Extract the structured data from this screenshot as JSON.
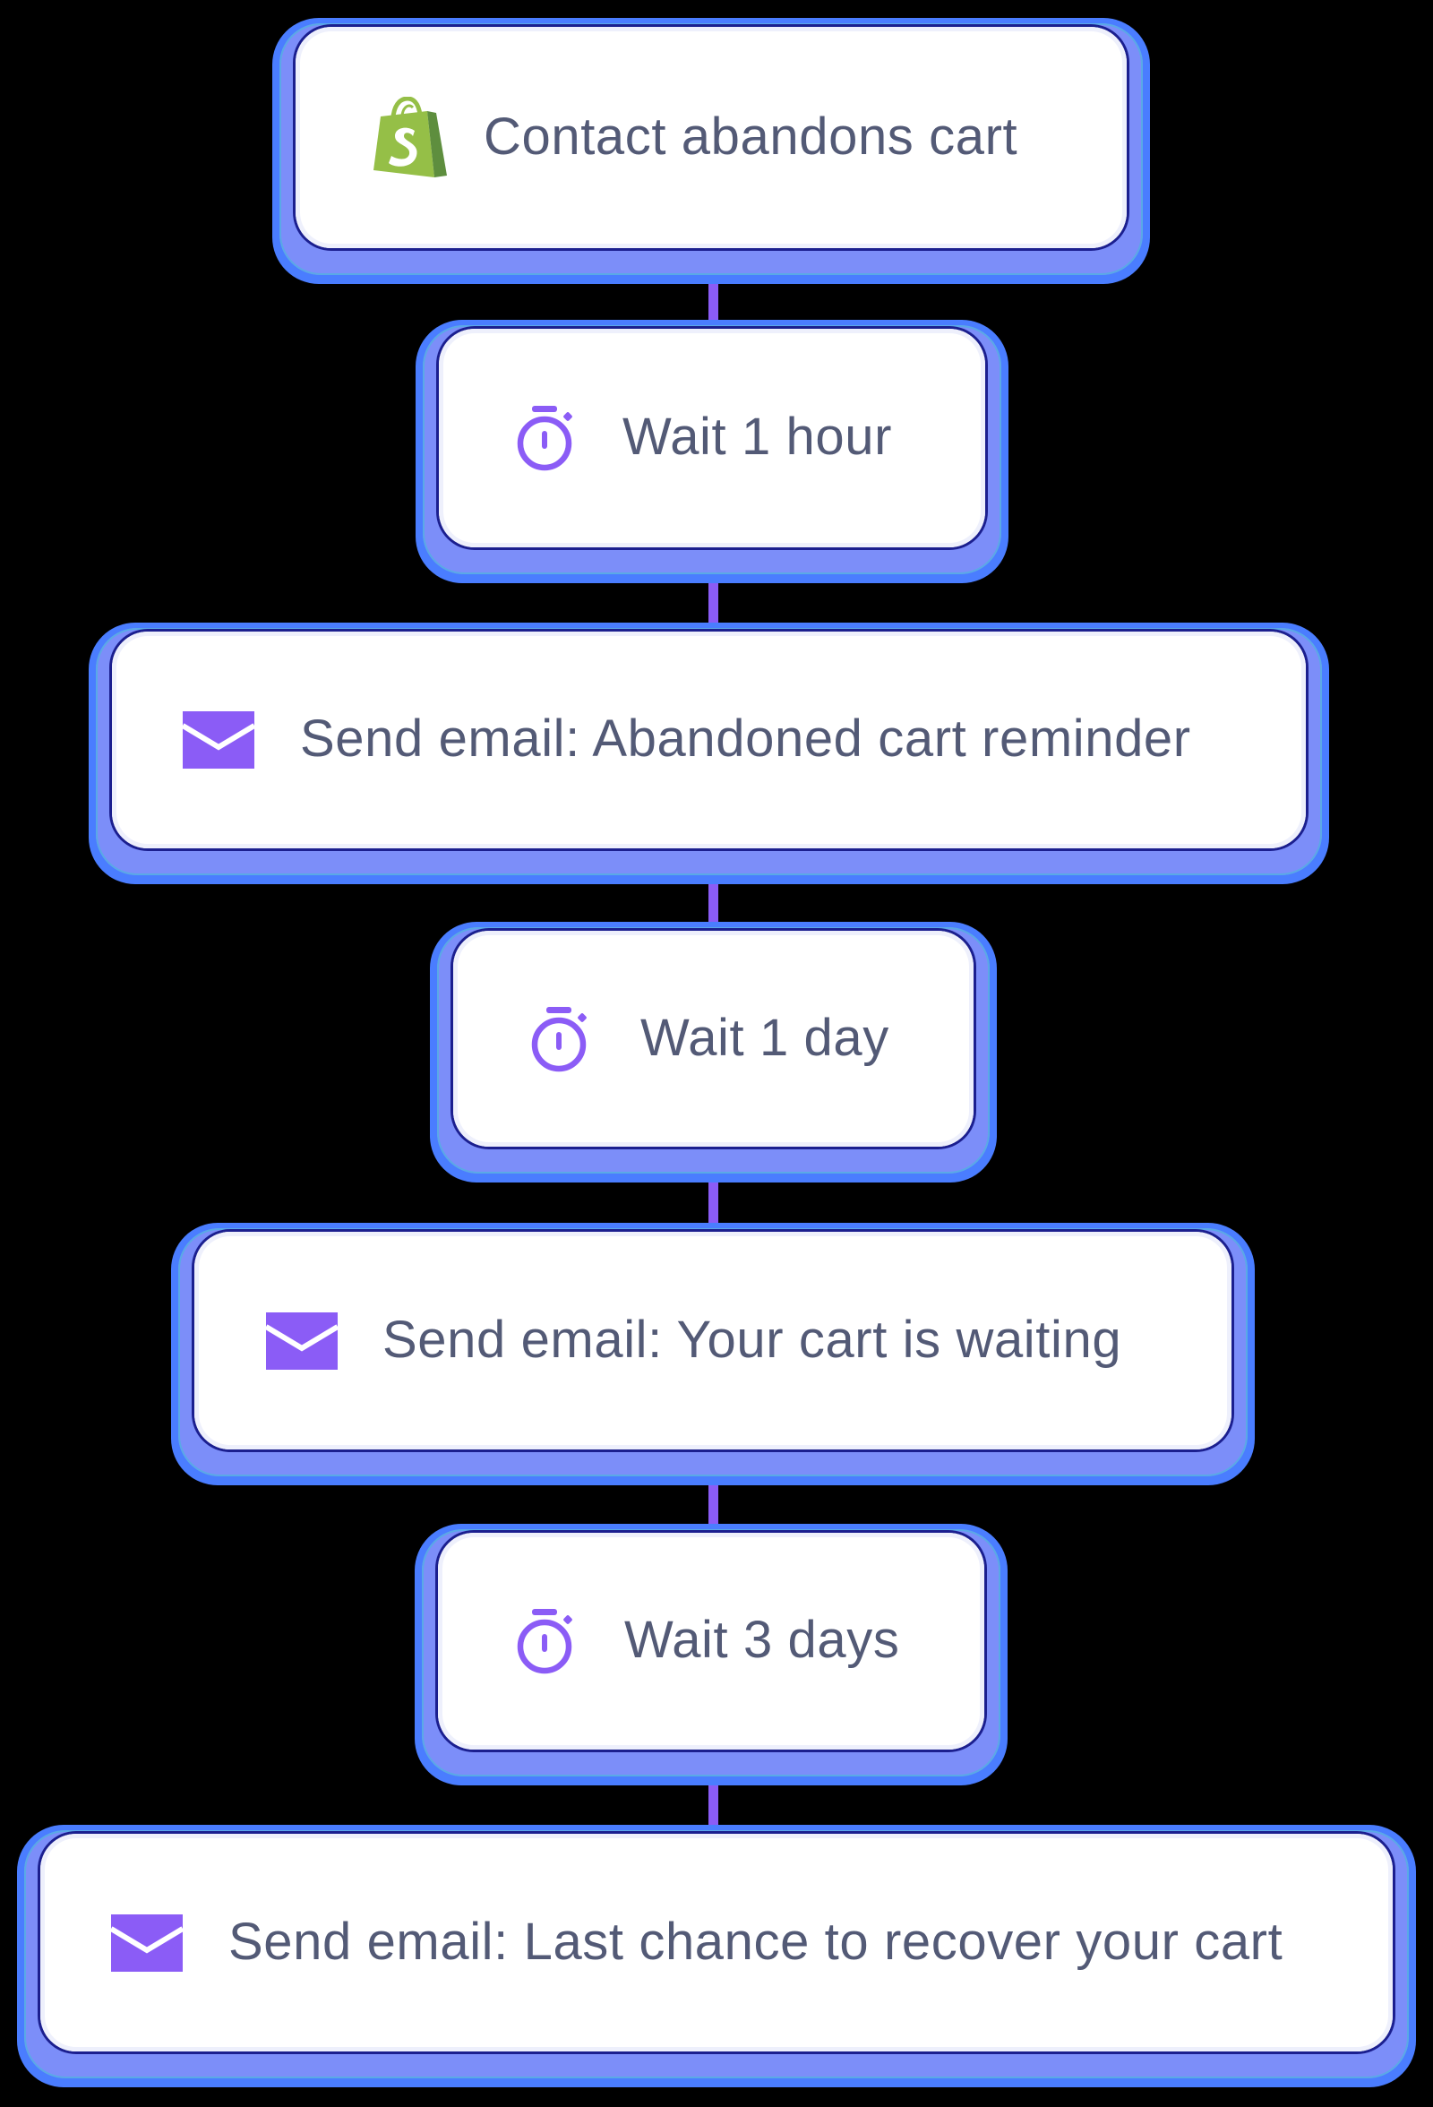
{
  "flow": {
    "colors": {
      "connector": "#8b5cf6",
      "icon": "#8b5cf6",
      "text": "#535a76",
      "card": "#ffffff",
      "glow_outer": "#4a7dff",
      "glow_inner": "#7c8ef9",
      "shopify_light": "#95bf47",
      "shopify_dark": "#5e8e3e"
    },
    "steps": [
      {
        "type": "trigger",
        "icon": "shopify-bag-icon",
        "label": "Contact abandons cart"
      },
      {
        "type": "delay",
        "icon": "stopwatch-icon",
        "label": "Wait 1 hour"
      },
      {
        "type": "email",
        "icon": "envelope-icon",
        "label": "Send email: Abandoned cart reminder"
      },
      {
        "type": "delay",
        "icon": "stopwatch-icon",
        "label": "Wait 1 day"
      },
      {
        "type": "email",
        "icon": "envelope-icon",
        "label": "Send email: Your cart is waiting"
      },
      {
        "type": "delay",
        "icon": "stopwatch-icon",
        "label": "Wait 3 days"
      },
      {
        "type": "email",
        "icon": "envelope-icon",
        "label": "Send email: Last chance to recover your cart"
      }
    ]
  }
}
